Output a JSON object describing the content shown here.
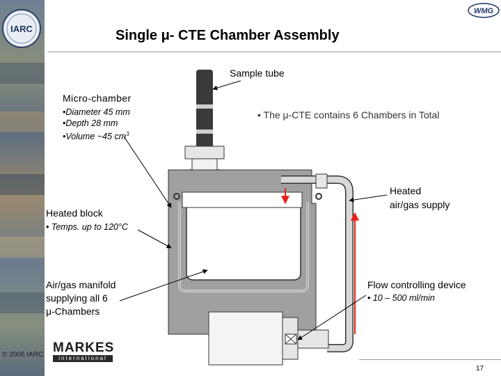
{
  "slide": {
    "title": "Single μ- CTE Chamber Assembly",
    "logos": {
      "left": "IARC",
      "right": "WMG",
      "bottom_brand": "MARKES",
      "bottom_brand_sub": "international"
    },
    "copyright": "© 2006 IARC",
    "page_number": "17"
  },
  "labels": {
    "sample_tube": "Sample tube",
    "micro_chamber": {
      "heading": "Micro-chamber",
      "diameter": "•Diameter 45 mm",
      "depth": "•Depth 28 mm",
      "volume": "•Volume ~45 cm",
      "volume_sup": "3"
    },
    "chambers_total": "• The μ-CTE contains 6 Chambers in Total",
    "heated_block": {
      "heading": "Heated block",
      "temps": "• Temps. up to 120°C"
    },
    "heated_supply": {
      "line1": "Heated",
      "line2": "air/gas supply"
    },
    "manifold": {
      "line1": "Air/gas manifold",
      "line2": "supplying all 6",
      "line3": "μ-Chambers"
    },
    "flow_device": {
      "heading": "Flow controlling device",
      "range": "• 10 – 500 ml/min"
    }
  },
  "colors": {
    "block_gray": "#a0a0a0",
    "flow_red": "#e8201a",
    "pipe_gray": "#d8d8d8",
    "tube_dark": "#3a3a3a"
  }
}
